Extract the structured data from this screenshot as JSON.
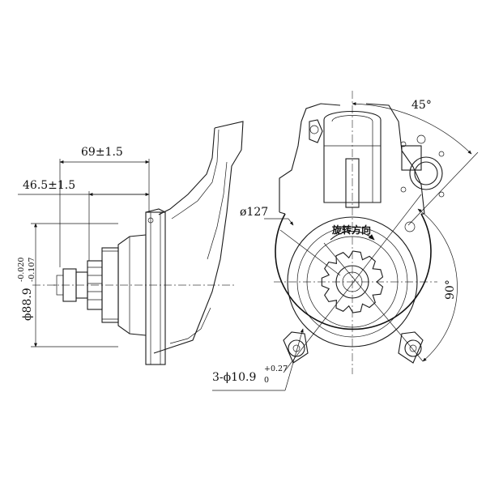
{
  "dimensions": {
    "length_69": "69±1.5",
    "length_46": "46.5±1.5",
    "pilot_diameter": "ϕ88.9",
    "pilot_tol_upper": "-0.020",
    "pilot_tol_lower": "-0.107",
    "outer_diameter": "ø127",
    "holes_prefix": "3-ϕ10.9",
    "holes_tol_upper": "+0.27",
    "holes_tol_lower": "0",
    "angle_45": "45°",
    "angle_90": "90°"
  },
  "annotations": {
    "rotation_direction": "旋转方向"
  }
}
